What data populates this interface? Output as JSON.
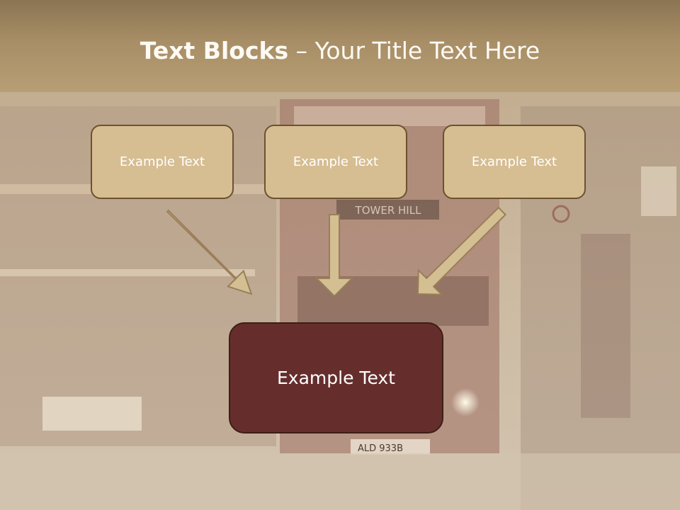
{
  "slide": {
    "title_bold": "Text Blocks",
    "title_sep": " – ",
    "title_rest": "Your Title Text Here"
  },
  "blocks": [
    {
      "label": "Example Text"
    },
    {
      "label": "Example Text"
    },
    {
      "label": "Example Text"
    }
  ],
  "target": {
    "label": "Example Text"
  },
  "background": {
    "scene": "London street with red double-decker bus, sepia tone",
    "bus_sign": "TOWER HILL",
    "plate": "ALD 933B"
  },
  "colors": {
    "header": "#a88e66",
    "block_fill": "#d6bd92",
    "block_border": "#6b5230",
    "target_fill": "#652e2d",
    "arrow_fill": "#d4bf93"
  }
}
